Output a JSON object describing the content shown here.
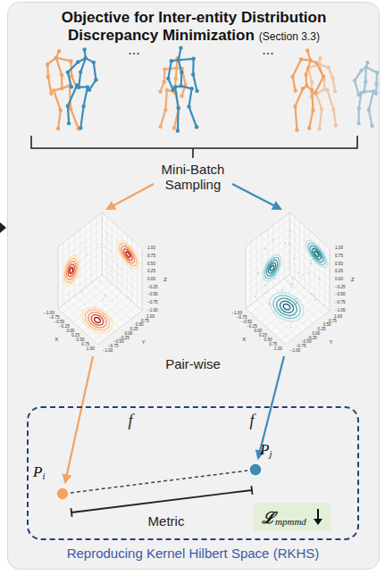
{
  "diagram": {
    "nodes": [
      {
        "text": [
          "Objective for Inter-entity Distribution Discrepancy Minimization",
          "(Section 3.3)"
        ]
      },
      {
        "text": [
          "Reproducing Kernel Hilbert Space (RKHS)"
        ],
        "in": 0
      },
      {
        "text": [
          "P",
          "i"
        ],
        "in": 1
      },
      {
        "text": [
          "P",
          "j"
        ],
        "in": 1
      },
      {
        "text": [
          "ℒ",
          "mpmmd"
        ],
        "in": 1
      }
    ],
    "edges": [
      {
        "from": 2,
        "to": 3,
        "arrow": "none"
      }
    ],
    "labels": [
      "...",
      "...",
      "Mini-Batch Sampling",
      "1.00",
      "0.75",
      "0.50",
      "0.25",
      "0.00",
      "−0.25",
      "−0.50",
      "−0.75",
      "−1.00",
      "Z",
      "−1.00",
      "−0.75",
      "−0.50",
      "−0.25",
      "0.00",
      "0.25",
      "0.50",
      "0.75",
      "1.00",
      "X",
      "−1.00",
      "−0.75",
      "−0.50",
      "−0.25",
      "0.00",
      "0.25",
      "0.50",
      "0.75",
      "1.00",
      "Y",
      "1.00",
      "0.75",
      "0.50",
      "0.25",
      "0.00",
      "−0.25",
      "−0.50",
      "−0.75",
      "−1.00",
      "Z",
      "−1.00",
      "−0.75",
      "−0.50",
      "−0.25",
      "0.00",
      "0.25",
      "0.50",
      "0.75",
      "1.00",
      "X",
      "−1.00",
      "−0.75",
      "−0.50",
      "−0.25",
      "0.00",
      "0.25",
      "0.50",
      "0.75",
      "1.00",
      "Y",
      "Pair-wise",
      "f",
      "f",
      "Metric"
    ]
  }
}
